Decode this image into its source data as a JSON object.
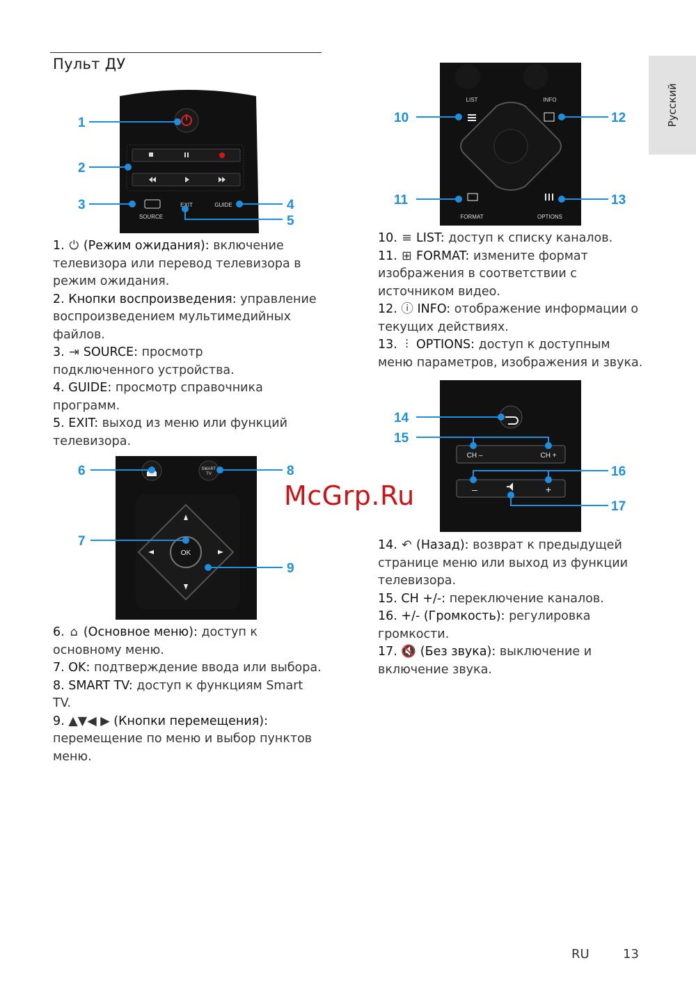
{
  "page": {
    "title": "Пульт ДУ",
    "side_tab": "Русский",
    "watermark": "McGrp.Ru",
    "footer_lang": "RU",
    "footer_page": "13"
  },
  "callouts": {
    "c1": "1",
    "c2": "2",
    "c3": "3",
    "c4": "4",
    "c5": "5",
    "c6": "6",
    "c7": "7",
    "c8": "8",
    "c9": "9",
    "c10": "10",
    "c11": "11",
    "c12": "12",
    "c13": "13",
    "c14": "14",
    "c15": "15",
    "c16": "16",
    "c17": "17"
  },
  "remote_labels": {
    "source": "SOURCE",
    "exit": "EXIT",
    "guide": "GUIDE",
    "list": "LIST",
    "info": "INFO",
    "format": "FORMAT",
    "options": "OPTIONS",
    "smart_tv_1": "SMART",
    "smart_tv_2": "TV",
    "ok": "OK",
    "ch_minus": "CH –",
    "ch_plus": "CH +",
    "vol_minus": "–",
    "vol_plus": "+"
  },
  "desc_left_top": [
    {
      "num": "1.",
      "sym": "⏻",
      "head": "(Режим ожидания):",
      "line1_rest": " включение",
      "line2": "телевизора или перевод телевизора в",
      "line3": "режим ожидания."
    },
    {
      "num": "2.",
      "head": "Кнопки воспроизведения:",
      "line1_rest": " управление",
      "line2": "воспроизведением мультимедийных",
      "line3": "файлов."
    },
    {
      "num": "3.",
      "sym": "⇥",
      "head": "SOURCE:",
      "line1_rest": " просмотр",
      "line2": "подключенного устройства."
    },
    {
      "num": "4.",
      "head": "GUIDE:",
      "line1_rest": " просмотр справочника",
      "line2": "программ."
    },
    {
      "num": "5.",
      "head": "EXIT:",
      "line1_rest": " выход из меню или функций",
      "line2": "телевизора."
    }
  ],
  "desc_left_bottom": [
    {
      "num": "6.",
      "sym": "⌂",
      "head": "(Основное меню):",
      "line1_rest": " доступ к",
      "line2": "основному меню."
    },
    {
      "num": "7.",
      "head": "OK:",
      "line1_rest": " подтверждение ввода или выбора."
    },
    {
      "num": "8.",
      "head": "SMART TV:",
      "line1_rest": " доступ к функциям Smart",
      "line2": "TV."
    },
    {
      "num": "9.",
      "sym": "▲▼◀ ▶",
      "head": "(Кнопки перемещения):",
      "line2": "перемещение по меню и выбор пунктов",
      "line3": "меню."
    }
  ],
  "desc_right_top": [
    {
      "num": "10.",
      "sym": "≡",
      "head": "LIST:",
      "line1_rest": " доступ к списку каналов."
    },
    {
      "num": "11.",
      "sym": "⊞",
      "head": "FORMAT:",
      "line1_rest": " измените формат",
      "line2": "изображения в соответствии с",
      "line3": "источником видео."
    },
    {
      "num": "12.",
      "sym": "ⓘ",
      "head": "INFO:",
      "line1_rest": " отображение информации о",
      "line2": "текущих действиях."
    },
    {
      "num": "13.",
      "sym": "⫶",
      "head": "OPTIONS:",
      "line1_rest": " доступ к доступным",
      "line2": "меню параметров, изображения и звука."
    }
  ],
  "desc_right_bottom": [
    {
      "num": "14.",
      "sym": "↶",
      "head": "(Назад):",
      "line1_rest": " возврат к предыдущей",
      "line2": "странице меню или выход из функции",
      "line3": "телевизора."
    },
    {
      "num": "15.",
      "head": "CH +/-:",
      "line1_rest": " переключение каналов."
    },
    {
      "num": "16.",
      "head": "+/- (Громкость):",
      "line1_rest": " регулировка",
      "line2": "громкости."
    },
    {
      "num": "17.",
      "sym": "🔇",
      "head": "(Без звука):",
      "line1_rest": " выключение и",
      "line2": "включение звука."
    }
  ]
}
